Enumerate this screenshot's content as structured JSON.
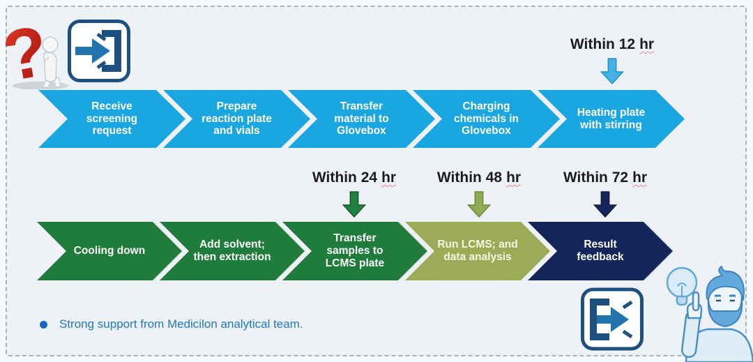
{
  "panel": {
    "background": "#eef1f5",
    "border_color": "#aab3bd"
  },
  "icons": {
    "question_figure": "3d-red-question-mark-with-thinking-figure",
    "entry": "login-enter-arrow-icon",
    "exit": "logout-exit-arrow-icon",
    "idea_man": "man-pointing-at-lightbulb"
  },
  "timers": [
    {
      "text": "Within 12",
      "unit": "hr",
      "arrow_fill": "#45b1e4",
      "arrow_stroke": "#1e93cc"
    },
    {
      "text": "Within 24",
      "unit": "hr",
      "arrow_fill": "#1f8040",
      "arrow_stroke": "#14592b"
    },
    {
      "text": "Within 48",
      "unit": "hr",
      "arrow_fill": "#8fac55",
      "arrow_stroke": "#6d8a3a"
    },
    {
      "text": "Within 72",
      "unit": "hr",
      "arrow_fill": "#15265c",
      "arrow_stroke": "#0d1a3f"
    }
  ],
  "rows": [
    {
      "steps": [
        {
          "label": "Receive screening request",
          "color": "#1aa7e1",
          "text_color": "#ffffff"
        },
        {
          "label": "Prepare reaction plate and vials",
          "color": "#1aa7e1",
          "text_color": "#ffffff"
        },
        {
          "label": "Transfer material to Glovebox",
          "color": "#1aa7e1",
          "text_color": "#ffffff"
        },
        {
          "label": "Charging chemicals in Glovebox",
          "color": "#1aa7e1",
          "text_color": "#ffffff"
        },
        {
          "label": "Heating plate with stirring",
          "color": "#1aa7e1",
          "text_color": "#ffffff"
        }
      ]
    },
    {
      "steps": [
        {
          "label": "Cooling down",
          "color": "#1f7c3b",
          "text_color": "#ffffff"
        },
        {
          "label": "Add solvent; then extraction",
          "color": "#1f7c3b",
          "text_color": "#ffffff"
        },
        {
          "label": "Transfer samples to LCMS plate",
          "color": "#1f7c3b",
          "text_color": "#ffffff"
        },
        {
          "label": "Run LCMS; and data analysis",
          "color": "#9cab55",
          "text_color": "#f7f7e8"
        },
        {
          "label": "Result feedback",
          "color": "#13265c",
          "text_color": "#ffffff"
        }
      ]
    }
  ],
  "footer": {
    "bullet_color": "#1565c0",
    "text": "Strong support from Medicilon analytical team.",
    "text_color": "#1f7ac0"
  }
}
